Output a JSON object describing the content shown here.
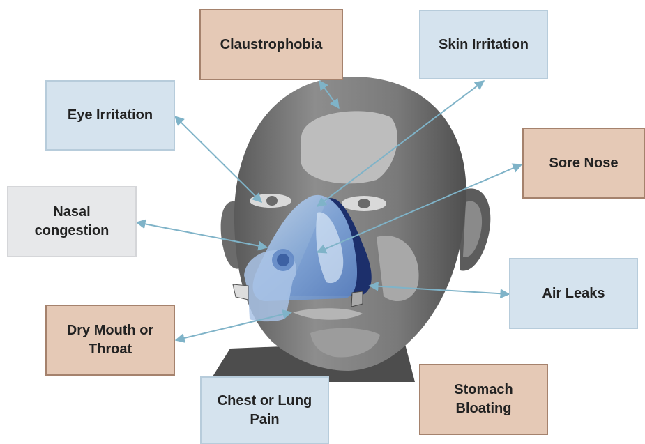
{
  "labels": {
    "claustrophobia": "Claustrophobia",
    "skin_irritation": "Skin Irritation",
    "eye_irritation": "Eye Irritation",
    "sore_nose": "Sore Nose",
    "nasal_congestion": "Nasal\ncongestion",
    "air_leaks": "Air Leaks",
    "dry_mouth": "Dry Mouth or\nThroat",
    "chest_pain": "Chest or Lung\nPain",
    "stomach_bloating": "Stomach\nBloating"
  },
  "colors": {
    "tan_box": "#e5c9b6",
    "blue_box": "#d5e3ee",
    "grey_box": "#e7e8ea",
    "arrow": "#7fb3c8",
    "head_dark": "#595959",
    "head_light": "#b9b9b9",
    "mask_blue": "#88aee0",
    "mask_navy": "#1c2f6b"
  }
}
